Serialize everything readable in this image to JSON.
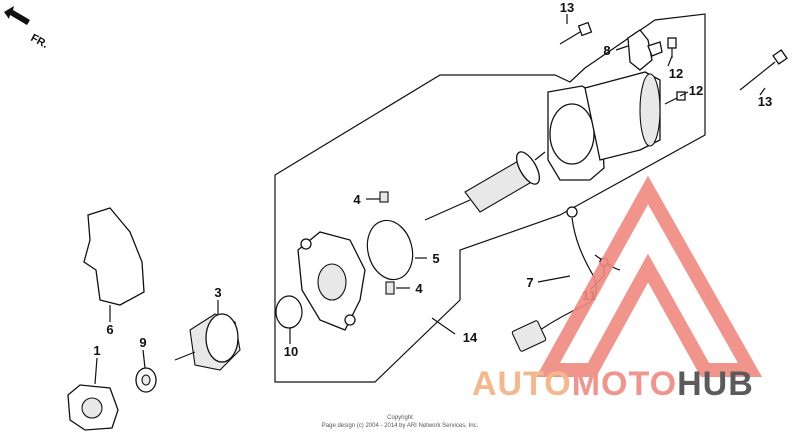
{
  "direction": {
    "label": "FR."
  },
  "callouts": [
    {
      "id": "1",
      "text": "1"
    },
    {
      "id": "3",
      "text": "3"
    },
    {
      "id": "4a",
      "text": "4"
    },
    {
      "id": "4b",
      "text": "4"
    },
    {
      "id": "5",
      "text": "5"
    },
    {
      "id": "6",
      "text": "6"
    },
    {
      "id": "7",
      "text": "7"
    },
    {
      "id": "8",
      "text": "8"
    },
    {
      "id": "9",
      "text": "9"
    },
    {
      "id": "10",
      "text": "10"
    },
    {
      "id": "11",
      "text": "11"
    },
    {
      "id": "12a",
      "text": "12"
    },
    {
      "id": "12b",
      "text": "12"
    },
    {
      "id": "13a",
      "text": "13"
    },
    {
      "id": "13b",
      "text": "13"
    },
    {
      "id": "14",
      "text": "14"
    }
  ],
  "watermark": {
    "brand_part1": "AUTO",
    "brand_part2": "MOTO",
    "brand_part3": "HUB",
    "color_primary": "#f08a80",
    "color_secondary": "#f5b080",
    "color_dark": "#4a4a4a"
  },
  "footer": {
    "copyright": "Copyright",
    "page_credit": "Page design (c) 2004 - 2014 by ARI Network Services, Inc."
  }
}
